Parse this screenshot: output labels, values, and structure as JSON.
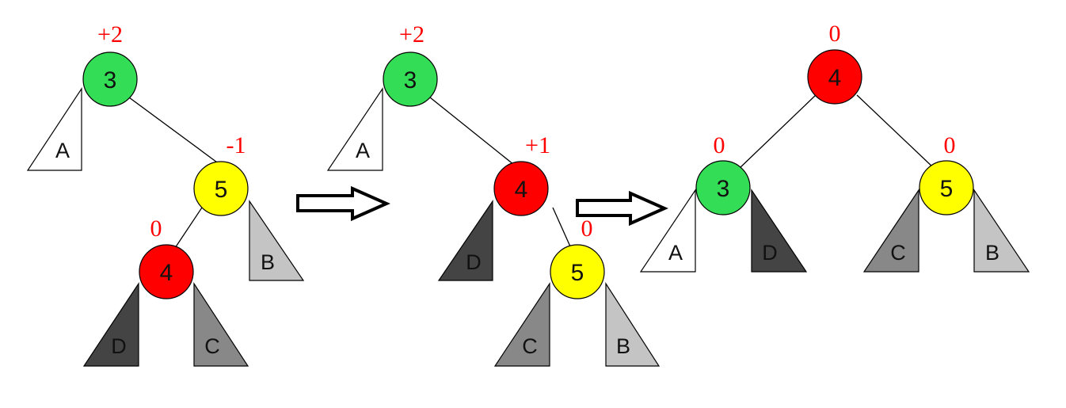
{
  "colors": {
    "green": "#33dd55",
    "yellow": "#ffff00",
    "red": "#ff0000",
    "balance": "#ff0000",
    "subtree_white": "#ffffff",
    "subtree_dark": "#444444",
    "subtree_medium": "#888888",
    "subtree_light": "#c4c4c4"
  },
  "trees": [
    {
      "nodes": [
        {
          "id": "3",
          "label": "3",
          "color": "green",
          "balance": "+2"
        },
        {
          "id": "5",
          "label": "5",
          "color": "yellow",
          "balance": "-1"
        },
        {
          "id": "4",
          "label": "4",
          "color": "red",
          "balance": "0"
        }
      ],
      "subtrees": [
        {
          "label": "A",
          "shade": "subtree_white"
        },
        {
          "label": "B",
          "shade": "subtree_light"
        },
        {
          "label": "D",
          "shade": "subtree_dark"
        },
        {
          "label": "C",
          "shade": "subtree_medium"
        }
      ]
    },
    {
      "nodes": [
        {
          "id": "3",
          "label": "3",
          "color": "green",
          "balance": "+2"
        },
        {
          "id": "4",
          "label": "4",
          "color": "red",
          "balance": "+1"
        },
        {
          "id": "5",
          "label": "5",
          "color": "yellow",
          "balance": "0"
        }
      ],
      "subtrees": [
        {
          "label": "A",
          "shade": "subtree_white"
        },
        {
          "label": "D",
          "shade": "subtree_dark"
        },
        {
          "label": "C",
          "shade": "subtree_medium"
        },
        {
          "label": "B",
          "shade": "subtree_light"
        }
      ]
    },
    {
      "nodes": [
        {
          "id": "4",
          "label": "4",
          "color": "red",
          "balance": "0"
        },
        {
          "id": "3",
          "label": "3",
          "color": "green",
          "balance": "0"
        },
        {
          "id": "5",
          "label": "5",
          "color": "yellow",
          "balance": "0"
        }
      ],
      "subtrees": [
        {
          "label": "A",
          "shade": "subtree_white"
        },
        {
          "label": "D",
          "shade": "subtree_dark"
        },
        {
          "label": "C",
          "shade": "subtree_medium"
        },
        {
          "label": "B",
          "shade": "subtree_light"
        }
      ]
    }
  ]
}
